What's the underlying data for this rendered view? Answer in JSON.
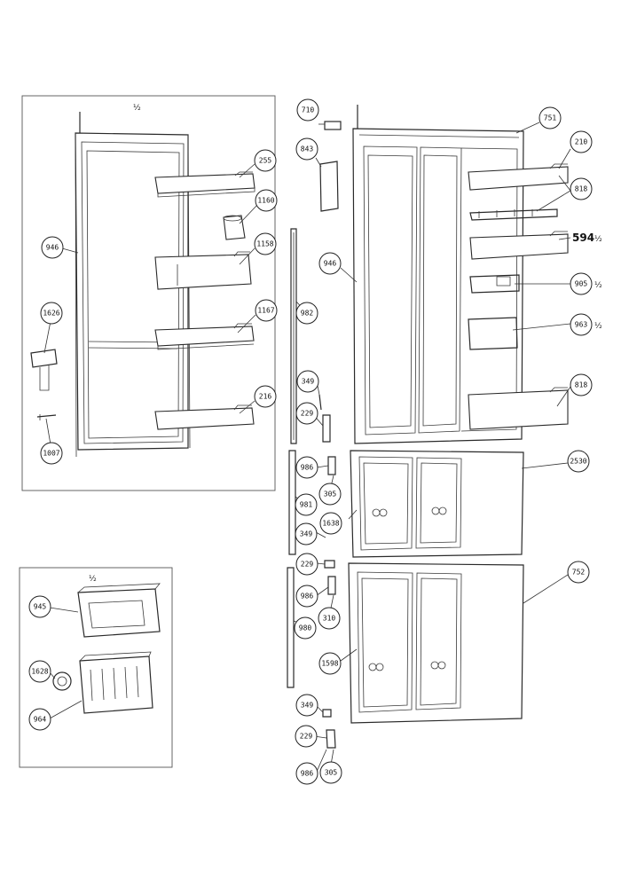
{
  "callouts": {
    "c255": "255",
    "c1160": "1160",
    "c1158": "1158",
    "c1167": "1167",
    "c216": "216",
    "c946": "946",
    "c1626": "1626",
    "c1007": "1007",
    "c710": "710",
    "c843": "843",
    "c751": "751",
    "c210": "210",
    "c818": "818",
    "c594": "594",
    "c905": "905",
    "c963": "963",
    "c818b": "818",
    "c946b": "946",
    "c982": "982",
    "c349": "349",
    "c229": "229",
    "c986": "986",
    "c305": "305",
    "c981": "981",
    "c1638": "1638",
    "c2530": "2530",
    "c349b": "349",
    "c229b": "229",
    "c986b": "986",
    "c310": "310",
    "c980": "980",
    "c1598": "1598",
    "c752": "752",
    "c349c": "349",
    "c229c": "229",
    "c986c": "986",
    "c305b": "305",
    "c945": "945",
    "c1628": "1628",
    "c964": "964"
  },
  "marks": {
    "top_door_mark": "½",
    "bottom_box_mark": "½",
    "mark_594": "½",
    "mark_905": "½",
    "mark_963": "½"
  }
}
